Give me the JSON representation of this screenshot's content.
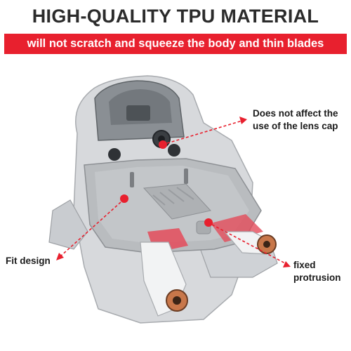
{
  "header": {
    "title": "HIGH-QUALITY TPU MATERIAL",
    "subtitle": "will not scratch and squeeze the body and thin blades"
  },
  "callouts": {
    "lens_cap": {
      "line1": "Does not affect the",
      "line2": "use of the lens cap"
    },
    "fit_design": "Fit design",
    "fixed_protrusion": {
      "line1": "fixed",
      "line2": "protrusion"
    }
  },
  "colors": {
    "accent": "#e8202e",
    "drone_body": "#d7d9dc",
    "tpu_cover": "#b9bcbf",
    "camera_glass": "#6f7479",
    "text": "#1b1b1b"
  },
  "icons": [
    "callout-dot-icon",
    "dashed-arrow-icon"
  ]
}
